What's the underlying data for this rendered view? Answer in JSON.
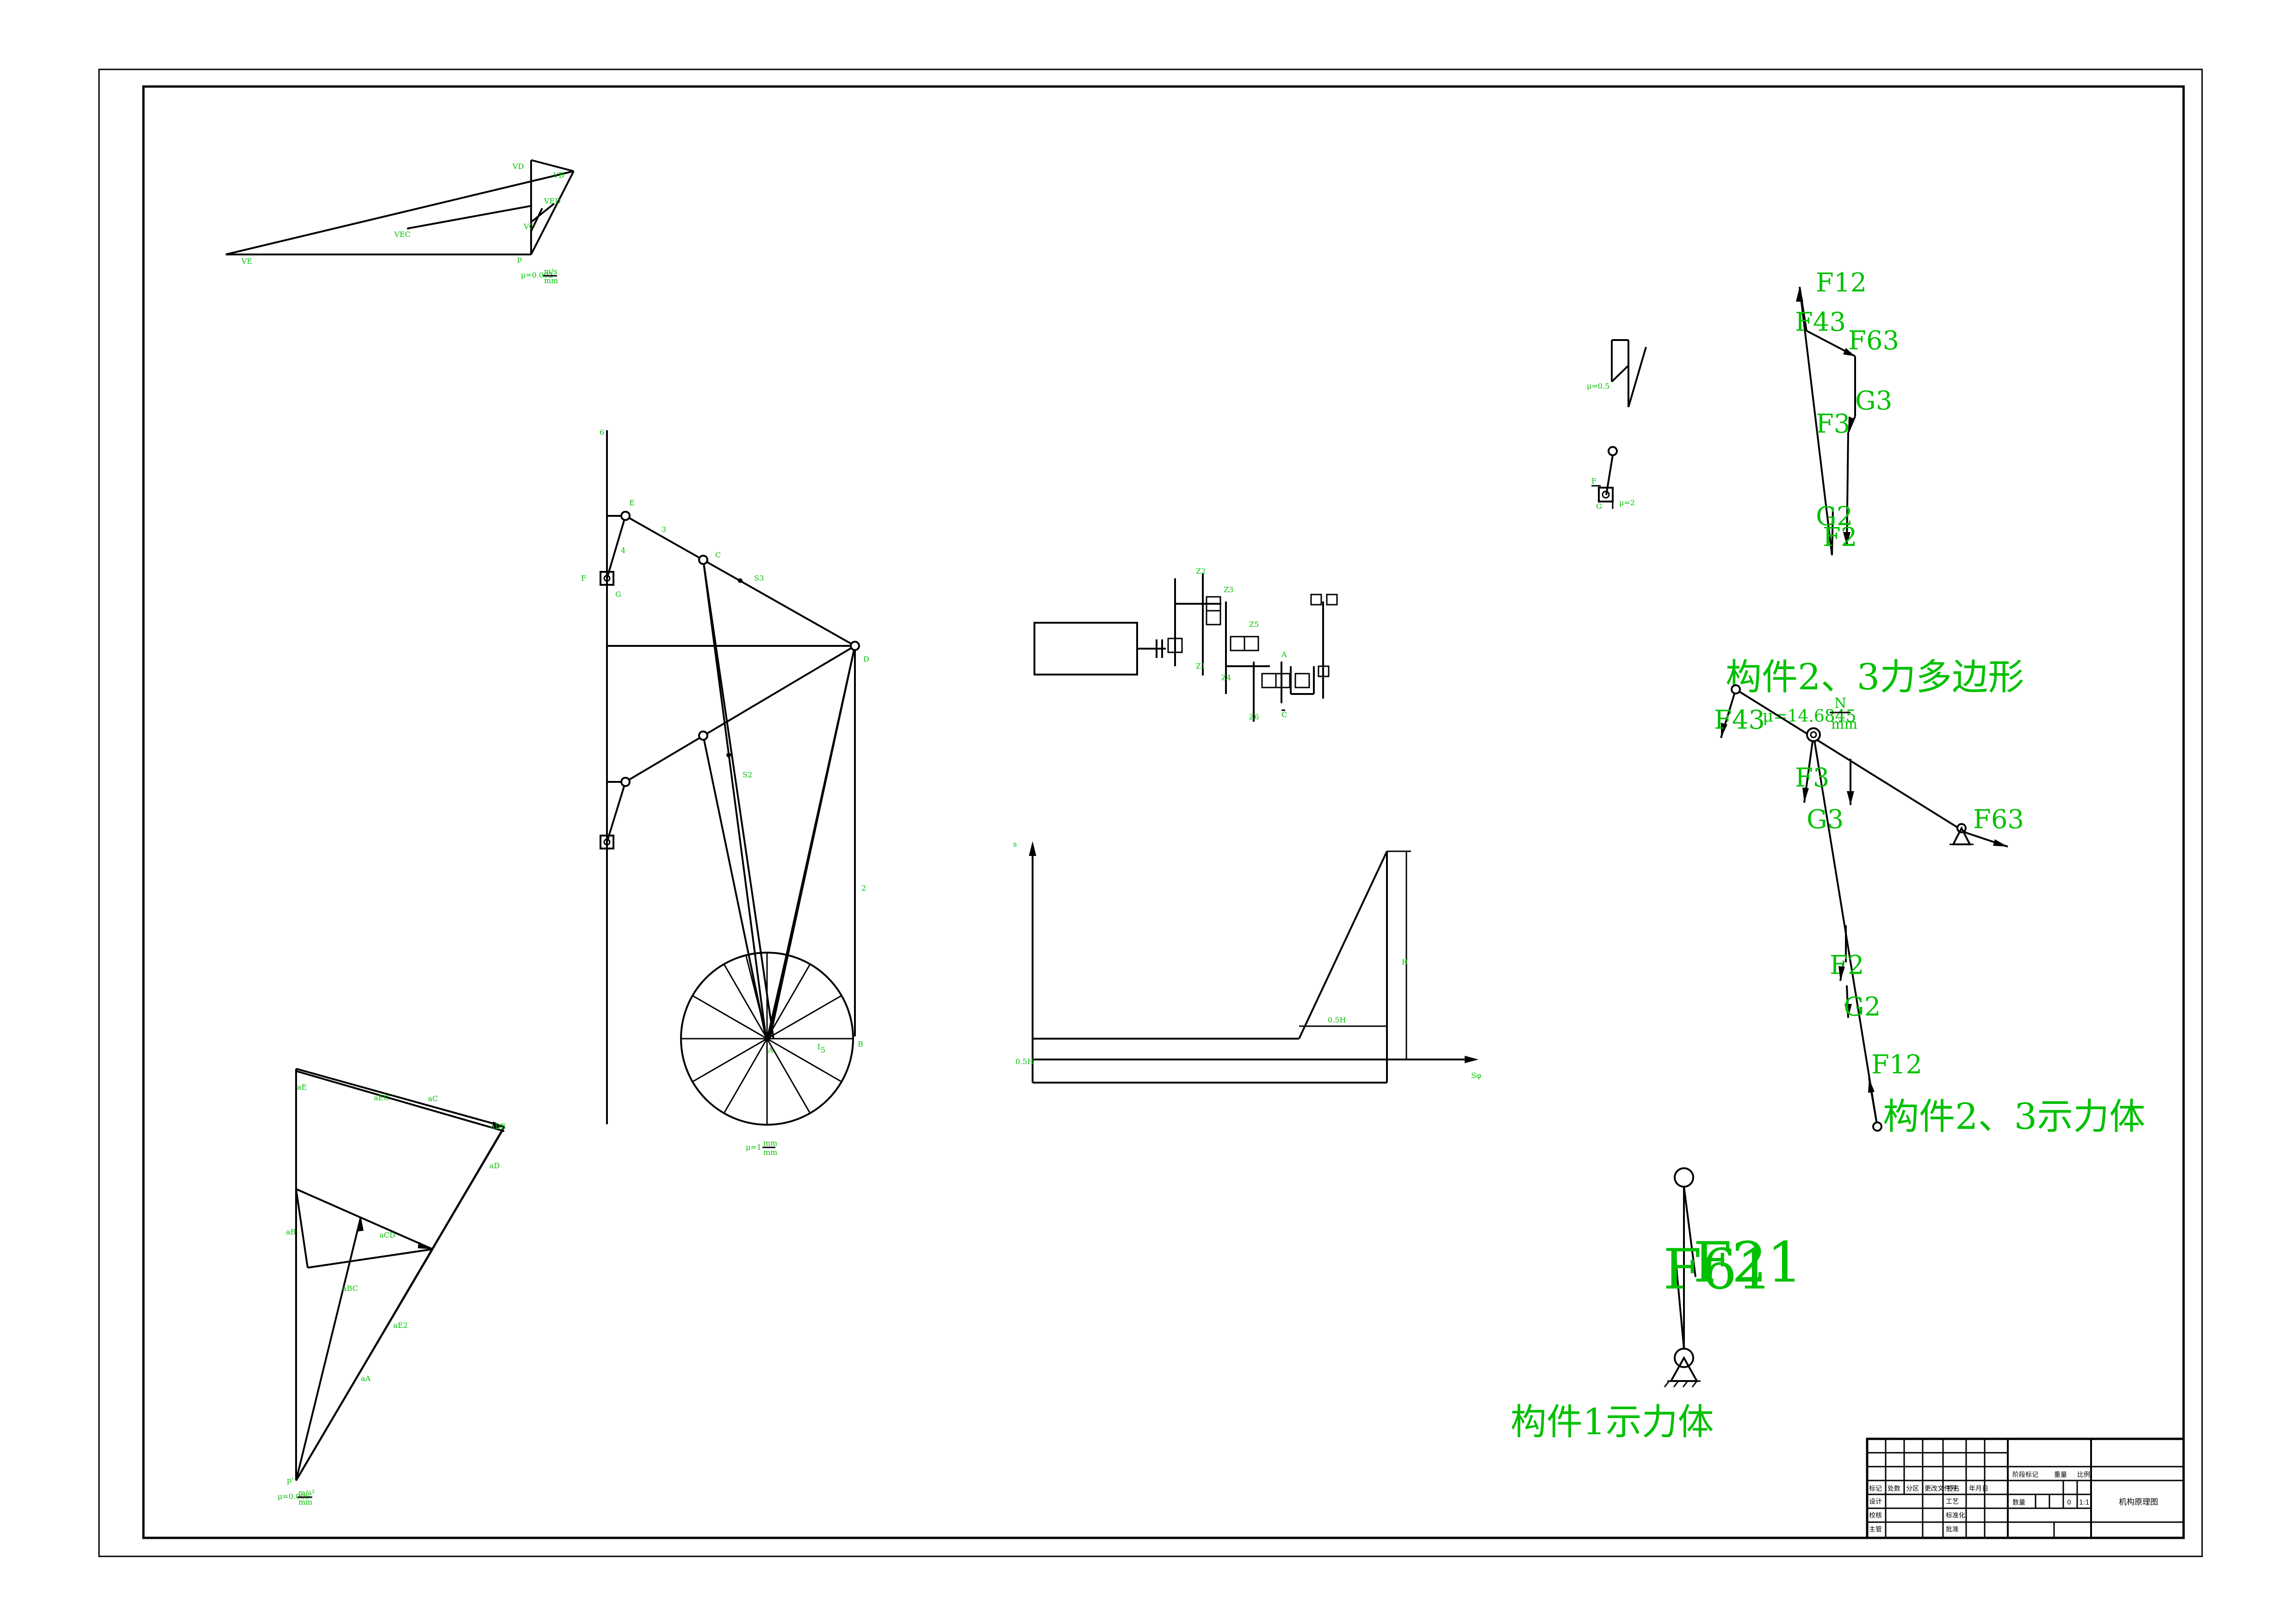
{
  "colors": {
    "line": "#000000",
    "label": "#00c000",
    "background": "#ffffff"
  },
  "velocity_polygon": {
    "labels": [
      "VE",
      "VEC",
      "VC",
      "VD",
      "VB",
      "p",
      "VED"
    ],
    "scale": "μ=0.002",
    "scale_unit": {
      "num": "m/s",
      "den": "mm"
    }
  },
  "mechanism": {
    "joint_labels": [
      "E",
      "C",
      "D",
      "B",
      "A",
      "F",
      "G"
    ],
    "link_labels": [
      "3",
      "4",
      "5",
      "S3",
      "S2",
      "2",
      "1",
      "6"
    ],
    "scale": "μ=1",
    "scale_unit": {
      "num": "mm",
      "den": "mm"
    }
  },
  "gear_train": {
    "gear_labels": [
      "Z2",
      "Z1",
      "Z3",
      "Z4",
      "Z5",
      "Z6",
      "A",
      "C"
    ]
  },
  "cam_diagram": {
    "axis_labels": [
      "s",
      "Sφ"
    ],
    "labels": [
      "0.5H",
      "H",
      "0.5H"
    ]
  },
  "acceleration_polygon": {
    "labels": [
      "aE",
      "aEC",
      "aC",
      "aD",
      "aB",
      "aCD",
      "aDE",
      "aBC",
      "aE2",
      "aA",
      "p'"
    ],
    "scale": "μ=0.005",
    "scale_unit": {
      "num": "m/s²",
      "den": "mm"
    }
  },
  "small_diagrams": {
    "labels": [
      "μ=0.5",
      "F",
      "G",
      "μ=2"
    ]
  },
  "force_polygon_23": {
    "labels": {
      "f12": "F12",
      "f43": "F43",
      "f63": "F63",
      "g3": "G3",
      "f3": "F3",
      "g2": "G2",
      "f2": "F2"
    }
  },
  "free_body_23": {
    "title": "构件2、3力多边形",
    "scale": "μ=14.6845",
    "scale_unit": {
      "num": "N",
      "den": "mm"
    },
    "labels": {
      "f43": "F43",
      "f3": "F3",
      "g3": "G3",
      "f63": "F63",
      "f2": "F2",
      "g2": "G2",
      "f12": "F12"
    },
    "caption": "构件2、3示力体"
  },
  "free_body_1": {
    "labels": {
      "f21": "F21",
      "f61": "F61"
    },
    "caption": "构件1示力体"
  },
  "title_block": {
    "headers": [
      "标记",
      "处数",
      "分区",
      "更改文件号",
      "签名",
      "年月日",
      "阶段标记",
      "重量",
      "比例"
    ],
    "roles": [
      "设计",
      "校核",
      "主管",
      "工艺",
      "标准化",
      "批准"
    ],
    "drawing_title": "机构原理图",
    "quantity": "数量",
    "scale_value": "1:1",
    "weight_value": "0"
  }
}
